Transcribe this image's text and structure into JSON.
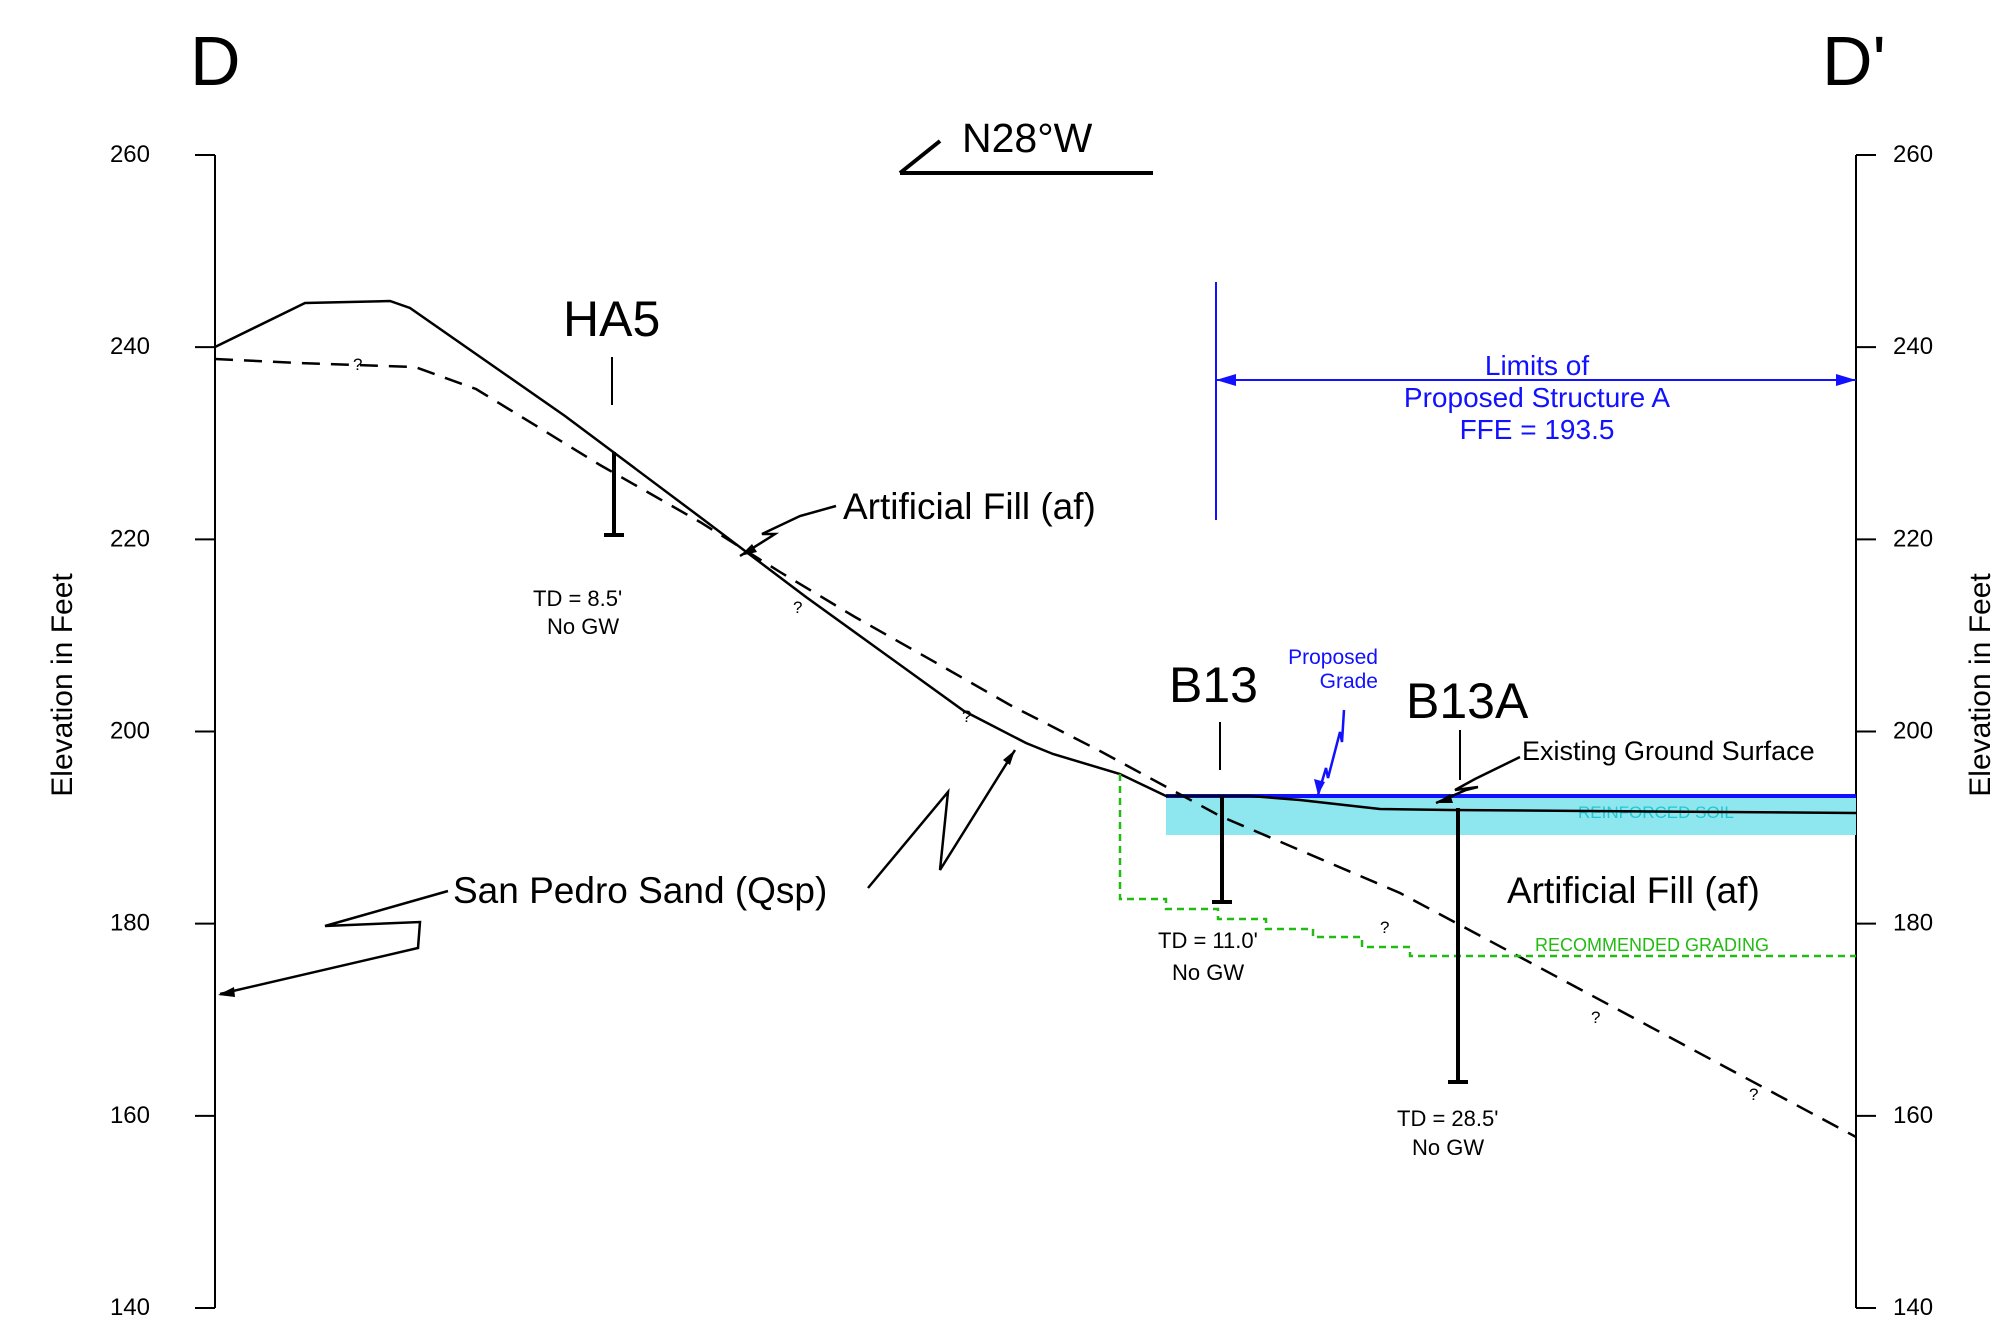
{
  "section": {
    "start_label": "D",
    "end_label": "D'",
    "bearing": "N28°W"
  },
  "axis": {
    "label": "Elevation in Feet",
    "left_ticks": [
      "260",
      "240",
      "220",
      "200",
      "180",
      "160",
      "140"
    ],
    "right_ticks": [
      "260",
      "240",
      "220",
      "200",
      "180",
      "160",
      "140"
    ],
    "range_ft": [
      140,
      260
    ]
  },
  "borings": [
    {
      "id": "HA5",
      "top_elevation_ft": 229,
      "total_depth": "TD = 8.5'",
      "groundwater": "No GW"
    },
    {
      "id": "B13",
      "top_elevation_ft": 193.4,
      "total_depth": "TD = 11.0'",
      "groundwater": "No GW"
    },
    {
      "id": "B13A",
      "top_elevation_ft": 192.4,
      "total_depth": "TD = 28.5'",
      "groundwater": "No GW"
    }
  ],
  "annotations": {
    "structure_limits": [
      "Limits of",
      "Proposed Structure A",
      "FFE = 193.5"
    ],
    "proposed_grade": [
      "Proposed",
      "Grade"
    ],
    "existing_ground_surface": "Existing Ground Surface",
    "artificial_fill_upper": "Artificial Fill (af)",
    "artificial_fill_lower": "Artificial Fill (af)",
    "san_pedro_sand": "San Pedro Sand (Qsp)",
    "reinforced_soil": "REINFORCED SOIL",
    "recommended_grading": "RECOMMENDED GRADING",
    "query_mark": "?"
  },
  "colors": {
    "linework": "#000000",
    "structure_blue": "#0000ff",
    "reinforced_soil_fill": "#8ee6ee",
    "reinforced_soil_text": "#22c8d4",
    "grading_green": "#22bb11"
  }
}
